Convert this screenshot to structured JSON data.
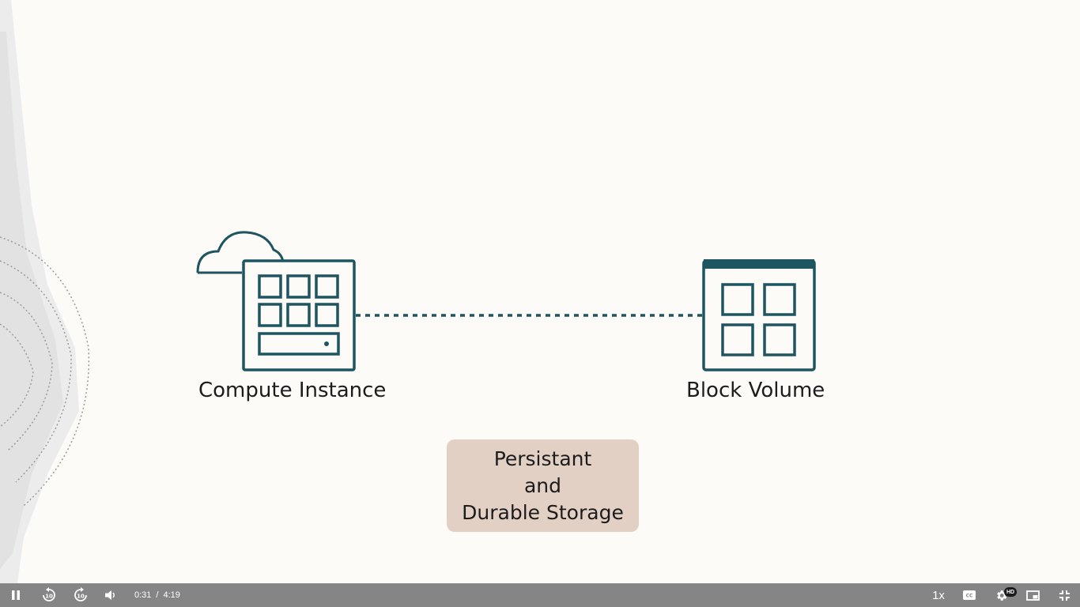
{
  "slide": {
    "compute_label": "Compute Instance",
    "block_label": "Block Volume",
    "storage_lines": [
      "Persistant",
      "and",
      "Durable Storage"
    ]
  },
  "player": {
    "current_time": "0:31",
    "separator": "/",
    "duration": "4:19",
    "speed": "1x",
    "quality_badge": "HD",
    "icons": {
      "play_pause": "pause-icon",
      "rewind": "rewind-10-icon",
      "forward": "forward-10-icon",
      "volume": "volume-icon",
      "captions": "captions-icon",
      "settings": "gear-icon",
      "pip": "picture-in-picture-icon",
      "fullscreen": "exit-fullscreen-icon"
    }
  },
  "colors": {
    "icon_teal": "#1f5560",
    "storage_box": "#e2d0c5",
    "control_bar": "#858585",
    "background": "#fcfbf8"
  }
}
